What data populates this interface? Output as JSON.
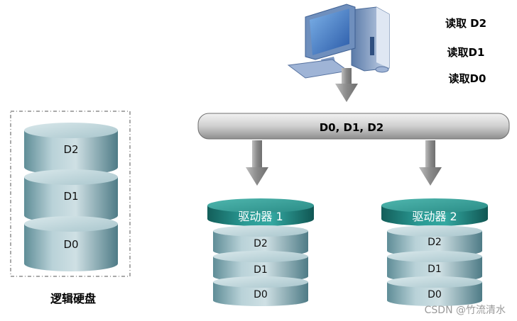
{
  "logical_disk": {
    "blocks": [
      "D2",
      "D1",
      "D0"
    ],
    "caption": "逻辑硬盘"
  },
  "computer": {
    "reads": [
      "读取 D2",
      "读取D1",
      "读取D0"
    ]
  },
  "bus": {
    "label": "D0, D1, D2"
  },
  "drives": [
    {
      "label": "驱动器 1",
      "blocks": [
        "D2",
        "D1",
        "D0"
      ]
    },
    {
      "label": "驱动器 2",
      "blocks": [
        "D2",
        "D1",
        "D0"
      ]
    }
  ],
  "watermark": "CSDN @竹流清水",
  "colors": {
    "disk_teal": "#8fb3bb",
    "drive_header": "#1f7f7a",
    "bus_gray": "#c9c9c9",
    "arrow_gray": "#8d8d8d"
  }
}
